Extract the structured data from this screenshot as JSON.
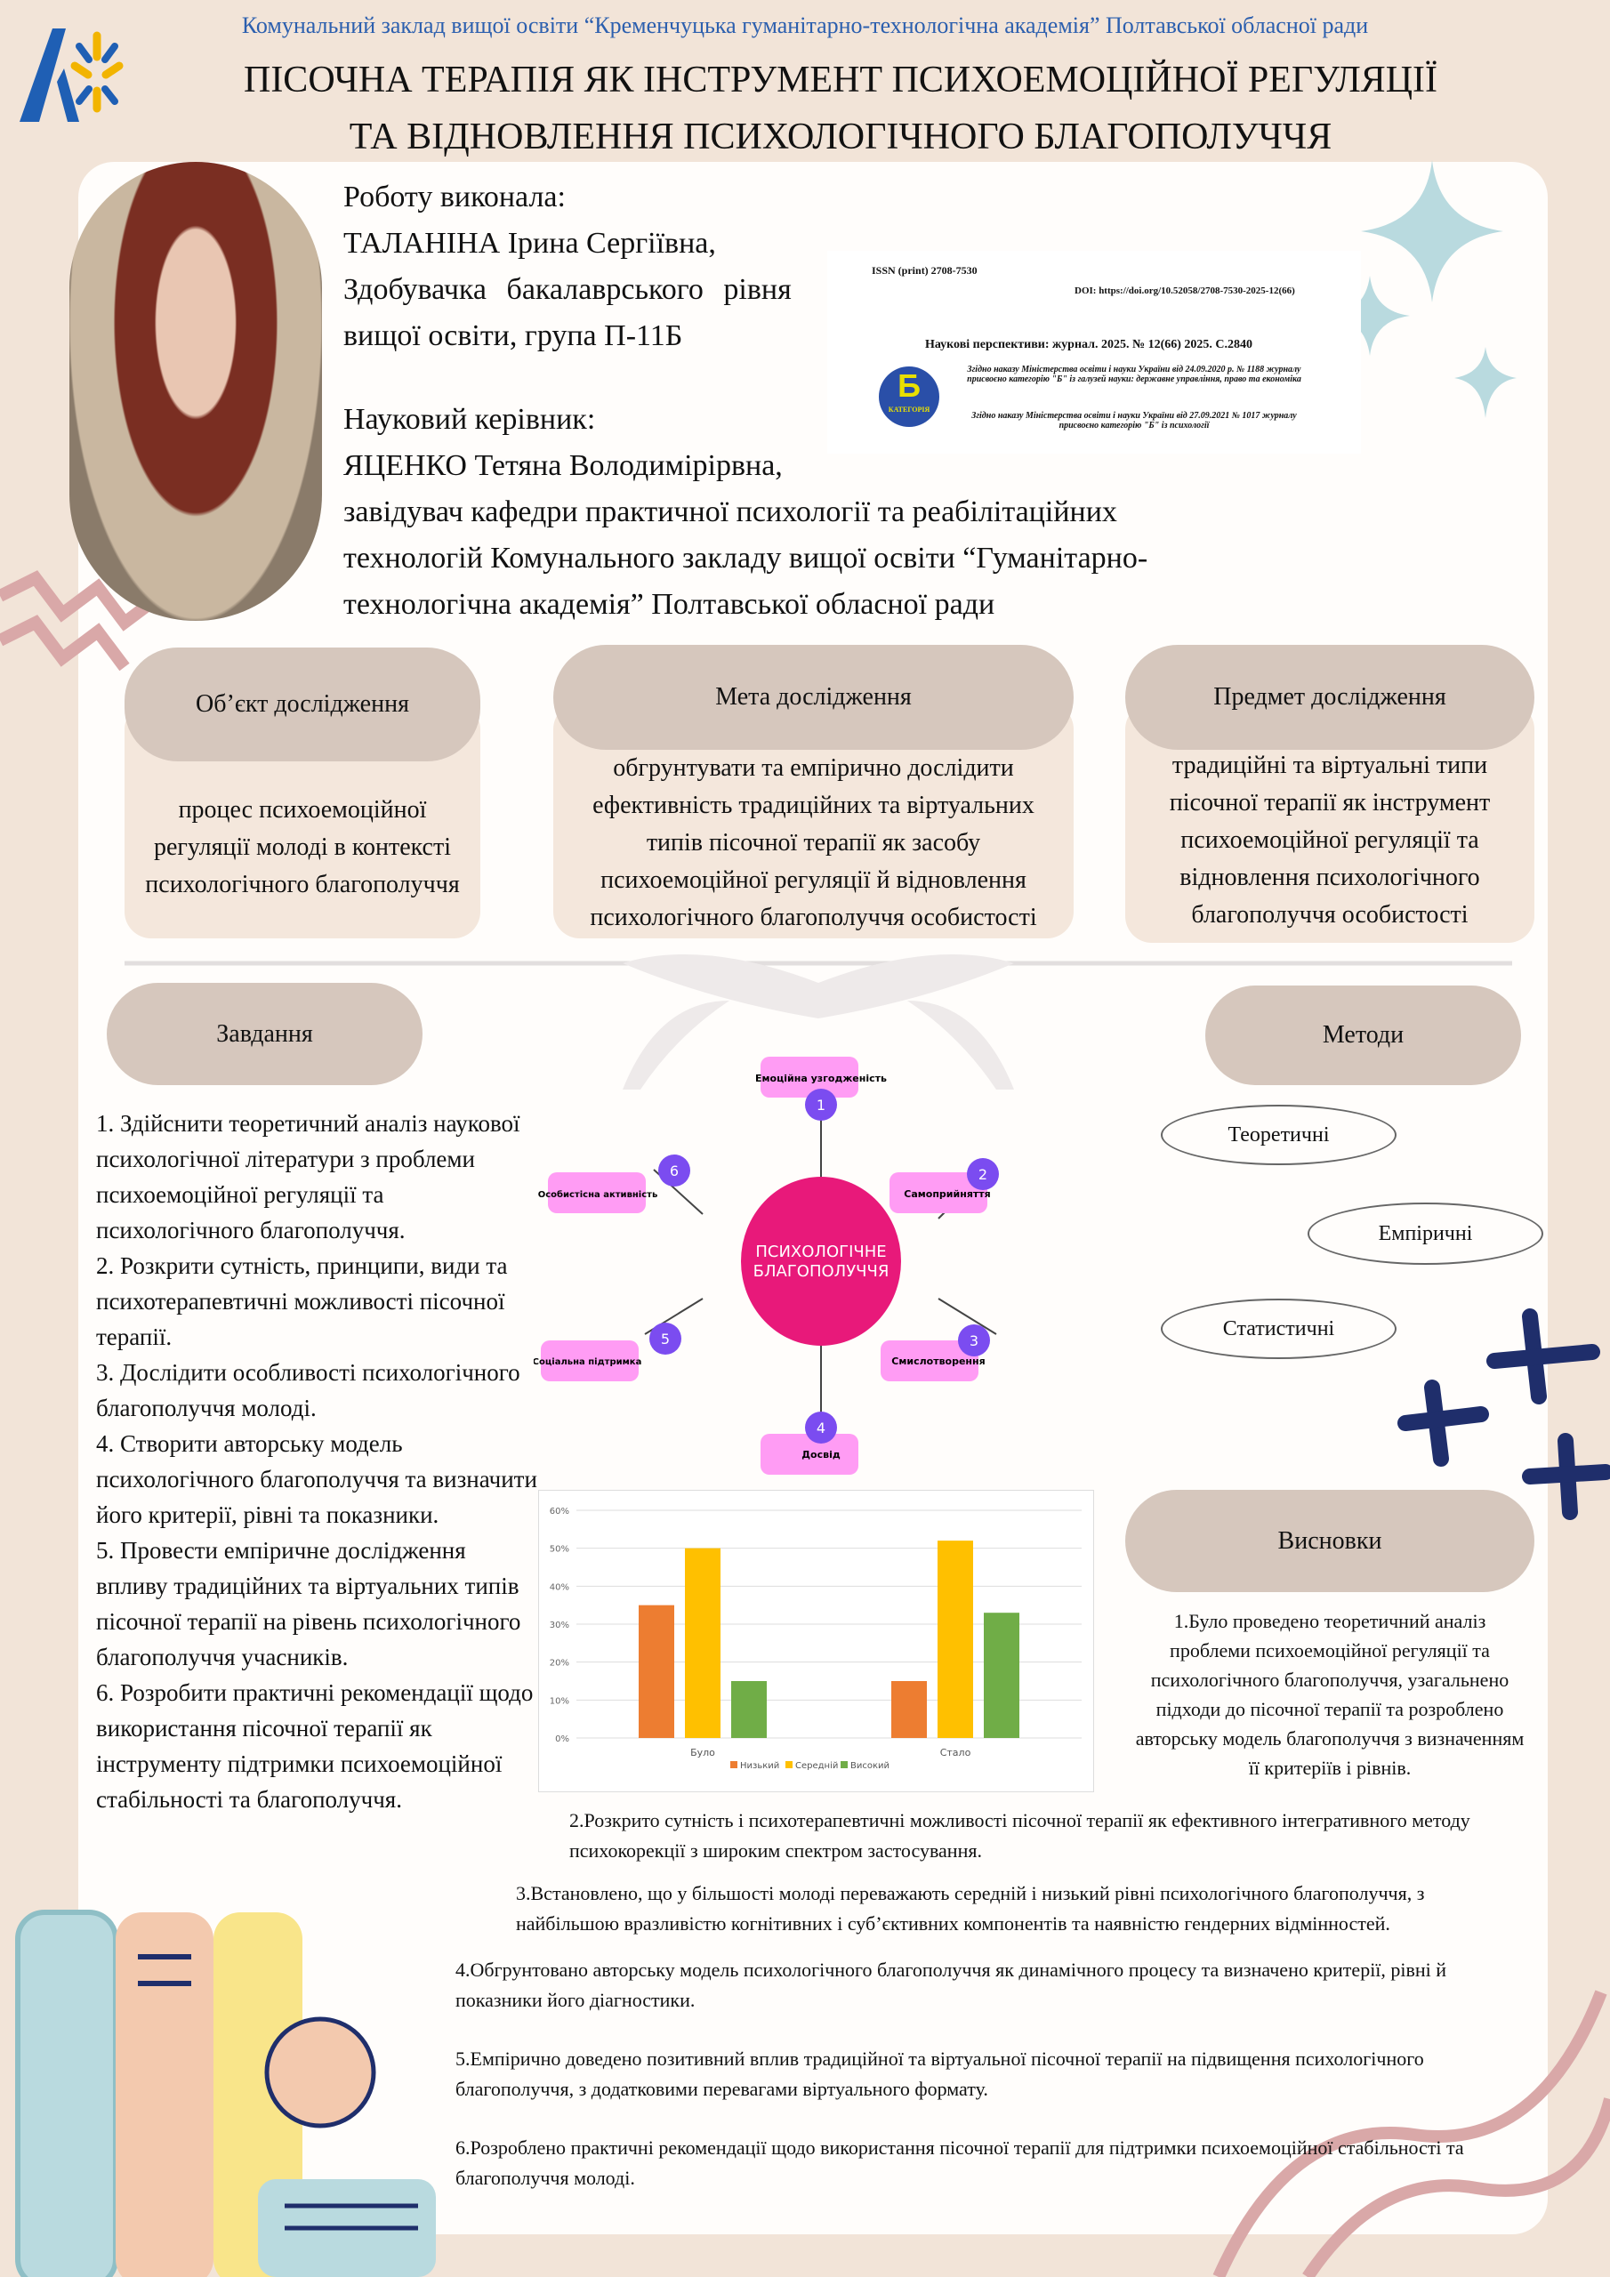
{
  "header": {
    "institution": "Комунальний заклад вищої освіти “Кременчуцька гуманітарно-технологічна академія” Полтавської обласної ради",
    "title_line1": "ПІСОЧНА ТЕРАПІЯ ЯК ІНСТРУМЕНТ ПСИХОЕМОЦІЙНОЇ РЕГУЛЯЦІЇ",
    "title_line2": "ТА ВІДНОВЛЕННЯ ПСИХОЛОГІЧНОГО БЛАГОПОЛУЧЧЯ"
  },
  "author": {
    "label": "Роботу виконала:",
    "name": "ТАЛАНІНА Ірина Сергіївна,",
    "role1": "Здобувачка бакалаврського рівня",
    "role2": "вищої освіти, група П-11Б"
  },
  "supervisor": {
    "label": "Науковий керівник:",
    "name": "ЯЦЕНКО Тетяна Володимірірвна,",
    "role1": "завідувач кафедри практичної психології та реабілітаційних",
    "role2": "технологій Комунального закладу вищої освіти “Гуманітарно-",
    "role3": "технологічна академія” Полтавської обласної ради"
  },
  "journal": {
    "issn": "ISSN (print) 2708-7530",
    "doi": "DOI: https://doi.org/10.52058/2708-7530-2025-12(66)",
    "citation": "Наукові перспективи: журнал. 2025. № 12(66) 2025. С.2840",
    "badge_letter": "Б",
    "badge_label": "КАТЕГОРІЯ",
    "order1": "Згідно наказу Міністерства освіти і науки України від 24.09.2020 р. № 1188 журналу присвоєно категорію \"Б\" із галузей науки: державне управління, право та економіка",
    "order2": "Згідно наказу Міністерства освіти і науки України від 27.09.2021 № 1017 журналу присвоєно категорію \"Б\" із психології"
  },
  "boxes": [
    {
      "title": "Об’єкт дослідження",
      "text": "процес психоемоційної регуляції молоді в контексті психологічного благополуччя"
    },
    {
      "title": "Мета дослідження",
      "text": "обгрунтувати та емпірично дослідити ефективність традиційних та віртуальних типів пісочної терапії як засобу психоемоційної регуляції й відновлення психологічного благополуччя особистості"
    },
    {
      "title": "Предмет дослідження",
      "text": "традиційні та віртуальні типи пісочної терапії як інструмент психоемоційної регуляції та відновлення психологічного благополуччя особистості"
    }
  ],
  "tasks": {
    "title": "Завдання",
    "items": [
      "1. Здійснити теоретичний аналіз наукової психологічної літератури з проблеми психоемоційної регуляції та психологічного благополуччя.",
      "2. Розкрити сутність, принципи, види та психотерапевтичні можливості пісочної терапії.",
      "3. Дослідити особливості психологічного благополуччя молоді.",
      "4. Створити авторську модель психологічного благополуччя та визначити його критерії, рівні та показники.",
      "5. Провести емпіричне дослідження впливу традиційних та віртуальних типів пісочної терапії на рівень психологічного благополуччя учасників.",
      "6. Розробити практичні рекомендації щодо використання пісочної терапії як інструменту підтримки психоемоційної стабільності та благополуччя."
    ]
  },
  "diagram": {
    "center_line1": "ПСИХОЛОГІЧНЕ",
    "center_line2": "БЛАГОПОЛУЧЧЯ",
    "nodes": [
      {
        "num": "1",
        "label": "Емоційна узгодженість"
      },
      {
        "num": "2",
        "label": "Самоприйняття"
      },
      {
        "num": "3",
        "label": "Смислотворення"
      },
      {
        "num": "4",
        "label": "Досвід"
      },
      {
        "num": "5",
        "label": "Соціальна підтримка"
      },
      {
        "num": "6",
        "label": "Особистісна активність"
      }
    ]
  },
  "chart_data": {
    "type": "bar",
    "categories": [
      "Було",
      "Стало"
    ],
    "series": [
      {
        "name": "Низький",
        "values": [
          35,
          15
        ],
        "color": "#ed7d31"
      },
      {
        "name": "Середній",
        "values": [
          50,
          52
        ],
        "color": "#ffc000"
      },
      {
        "name": "Високий",
        "values": [
          15,
          33
        ],
        "color": "#70ad47"
      }
    ],
    "ylim": [
      0,
      60
    ],
    "yticks": [
      "0%",
      "10%",
      "20%",
      "30%",
      "40%",
      "50%",
      "60%"
    ],
    "legend": "bottom",
    "grid": true
  },
  "methods": {
    "title": "Методи",
    "items": [
      "Теоретичні",
      "Емпіричні",
      "Статистичні"
    ]
  },
  "conclusions": {
    "title": "Висновки",
    "items": [
      "1.Було проведено теоретичний аналіз проблеми психоемоційної регуляції та психологічного благополуччя, узагальнено підходи до пісочної терапії та розроблено авторську модель благополуччя з визначенням її критеріїв і рівнів.",
      "2.Розкрито сутність і психотерапевтичні можливості пісочної терапії як ефективного інтегративного методу психокорекції з широким спектром застосування.",
      "3.Встановлено, що у більшості молоді переважають середній і низький рівні психологічного благополуччя, з найбільшою вразливістю когнітивних і суб’єктивних компонентів та наявністю гендерних відмінностей.",
      "4.Обгрунтовано авторську модель психологічного благополуччя як динамічного процесу та визначено критерії, рівні й показники його діагностики.",
      "5.Емпірично доведено позитивний вплив традиційної та віртуальної пісочної терапії на підвищення психологічного благополуччя, з додатковими перевагами віртуального формату.",
      "6.Розроблено практичні рекомендації щодо використання пісочної терапії для підтримки психоемоційної стабільності та благополуччя молоді."
    ]
  }
}
